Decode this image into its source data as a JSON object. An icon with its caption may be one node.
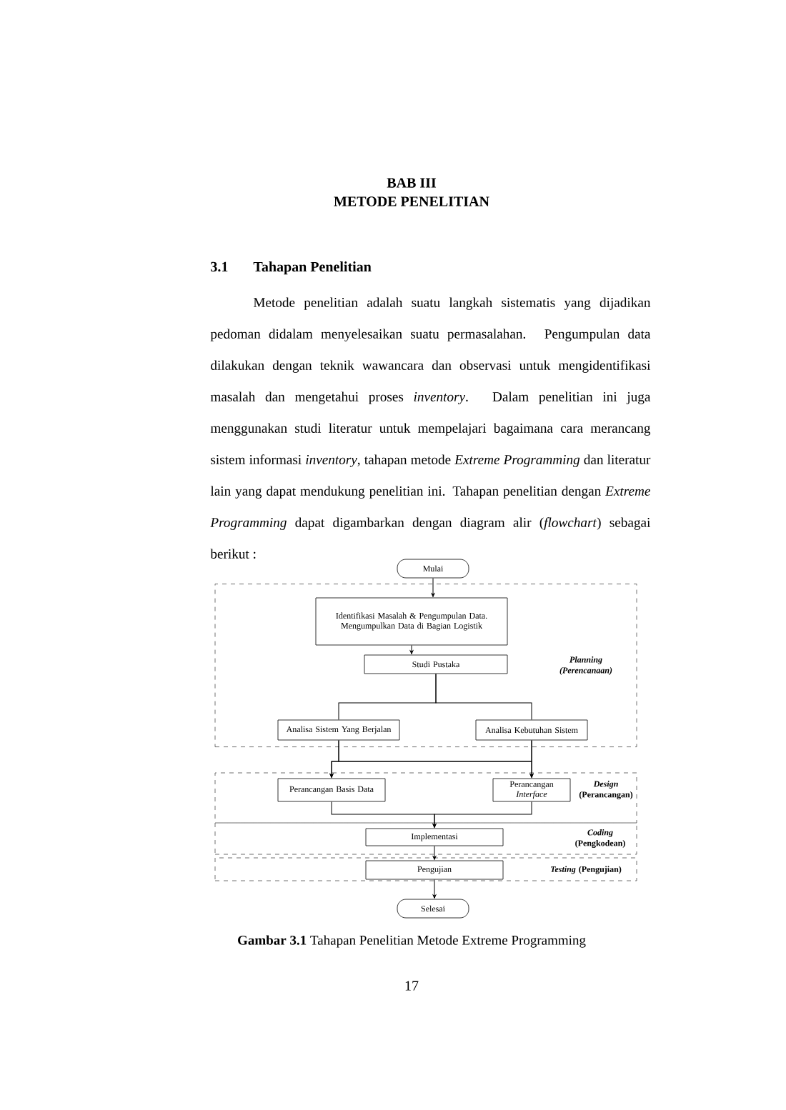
{
  "diagram": {
    "caption": "**Gambar 3.1** Tahapan Penelitian Metode Extreme Programming",
    "nodes": [
      {
        "text": [
          "Mulai"
        ]
      },
      {
        "text": [
          "Planning (Perencanaan)"
        ]
      },
      {
        "text": [
          "Identifikasi Masalah & Pengumpulan Data. Mengumpulkan Data di Bagian Logistik"
        ],
        "in": 1
      },
      {
        "text": [
          "Studi Pustaka"
        ],
        "in": 1
      },
      {
        "text": [
          "Analisa Sistem Yang Berjalan"
        ],
        "in": 1
      },
      {
        "text": [
          "Analisa Kebutuhan Sistem"
        ],
        "in": 1
      },
      {
        "text": [
          "*Design* (Perancangan)"
        ]
      },
      {
        "text": [
          "Perancangan Basis Data"
        ],
        "in": 6
      },
      {
        "text": [
          "Perancangan *Interface*"
        ],
        "in": 6
      },
      {
        "text": [
          "*Coding* (Pengkodean)"
        ]
      },
      {
        "text": [
          "Implementasi"
        ],
        "in": 9
      },
      {
        "text": [
          "*Testing* (Pengujian)"
        ]
      },
      {
        "text": [
          "Pengujian"
        ],
        "in": 11
      },
      {
        "text": [
          "Selesai"
        ]
      }
    ],
    "edges": [
      {
        "from": 0,
        "to": 2,
        "arrow": "to"
      },
      {
        "from": 2,
        "to": 3,
        "arrow": "to"
      },
      {
        "from": 3,
        "to": 4,
        "arrow": "none"
      },
      {
        "from": 3,
        "to": 5,
        "arrow": "none"
      },
      {
        "from": 4,
        "to": 7,
        "arrow": "to"
      },
      {
        "from": 4,
        "to": 8,
        "arrow": "to"
      },
      {
        "from": 5,
        "to": 7,
        "arrow": "to"
      },
      {
        "from": 5,
        "to": 8,
        "arrow": "to"
      },
      {
        "from": 7,
        "to": 10,
        "arrow": "to"
      },
      {
        "from": 8,
        "to": 10,
        "arrow": "to"
      },
      {
        "from": 10,
        "to": 12,
        "arrow": "to"
      },
      {
        "from": 12,
        "to": 13,
        "arrow": "to"
      }
    ],
    "labels": [
      "BAB III",
      "METODE PENELITIAN",
      "3.1",
      "Tahapan  Penelitian",
      "Metode penelitian adalah suatu langkah sistematis yang dijadikan pedoman didalam menyelesaikan suatu permasalahan. Pengumpulan data dilakukan dengan teknik wawancara dan observasi untuk mengidentifikasi masalah dan mengetahui proses *inventory*. Dalam penelitian ini juga menggunakan studi literatur untuk mempelajari bagaimana cara merancang sistem informasi *inventory*, tahapan metode *Extreme Programming* dan literatur lain yang dapat mendukung penelitian ini. Tahapan penelitian dengan *Extreme Programming* dapat digambarkan dengan diagram alir (*flowchart*) sebagai berikut :",
      "17"
    ]
  }
}
